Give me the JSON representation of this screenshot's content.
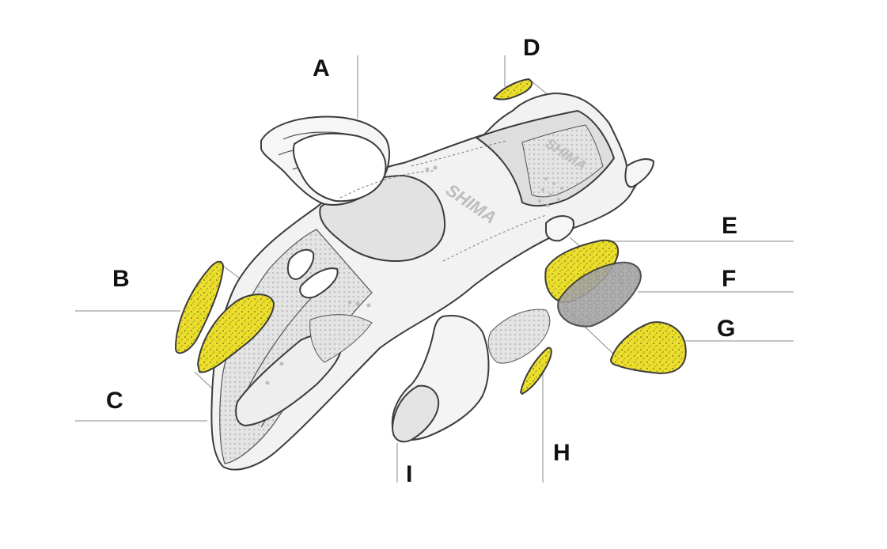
{
  "diagram": {
    "callouts": [
      {
        "id": "A",
        "label": "A"
      },
      {
        "id": "B",
        "label": "B"
      },
      {
        "id": "C",
        "label": "C"
      },
      {
        "id": "D",
        "label": "D"
      },
      {
        "id": "E",
        "label": "E"
      },
      {
        "id": "F",
        "label": "F"
      },
      {
        "id": "G",
        "label": "G"
      },
      {
        "id": "H",
        "label": "H"
      },
      {
        "id": "I",
        "label": "I"
      }
    ],
    "brand_mark": "SHIMA",
    "colors": {
      "padding": "#ecdf2c",
      "padding_dark": "#d8cc1a",
      "insert_grey": "#9a9a9a",
      "glove_fill": "#f2f2f2",
      "mesh_fill": "#dcdcdc",
      "palm_fill": "#e2e2e2",
      "outline": "#3c3c3c",
      "leader": "#8a8a8a"
    }
  }
}
